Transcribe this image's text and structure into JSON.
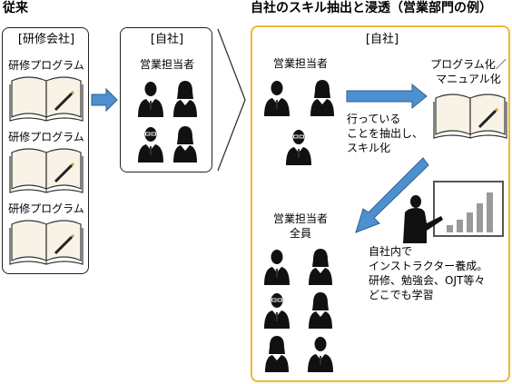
{
  "left": {
    "heading": "従来",
    "box_title": "[研修会社]",
    "program_labels": [
      "研修プログラム",
      "研修プログラム",
      "研修プログラム"
    ]
  },
  "middle": {
    "box_title": "[自社]",
    "staff_label": "営業担当者"
  },
  "right": {
    "heading": "自社のスキル抽出と浸透（営業部門の例）",
    "box_title": "[自社]",
    "staff_label": "営業担当者",
    "program_label_line1": "プログラム化／",
    "program_label_line2": "マニュアル化",
    "extract_line1": "行っている",
    "extract_line2": "ことを抽出し、",
    "extract_line3": "スキル化",
    "all_staff_line1": "営業担当者",
    "all_staff_line2": "全員",
    "instructor_line1": "自社内で",
    "instructor_line2": "インストラクター養成。",
    "instructor_line3": "研修、勉強会、OJT等々",
    "instructor_line4": "どこでも学習"
  },
  "colors": {
    "arrow_fill": "#4e90cf",
    "arrow_stroke": "#2b5f91",
    "orange_border": "#f0b830",
    "chart_bar": "#9a9a9a"
  }
}
